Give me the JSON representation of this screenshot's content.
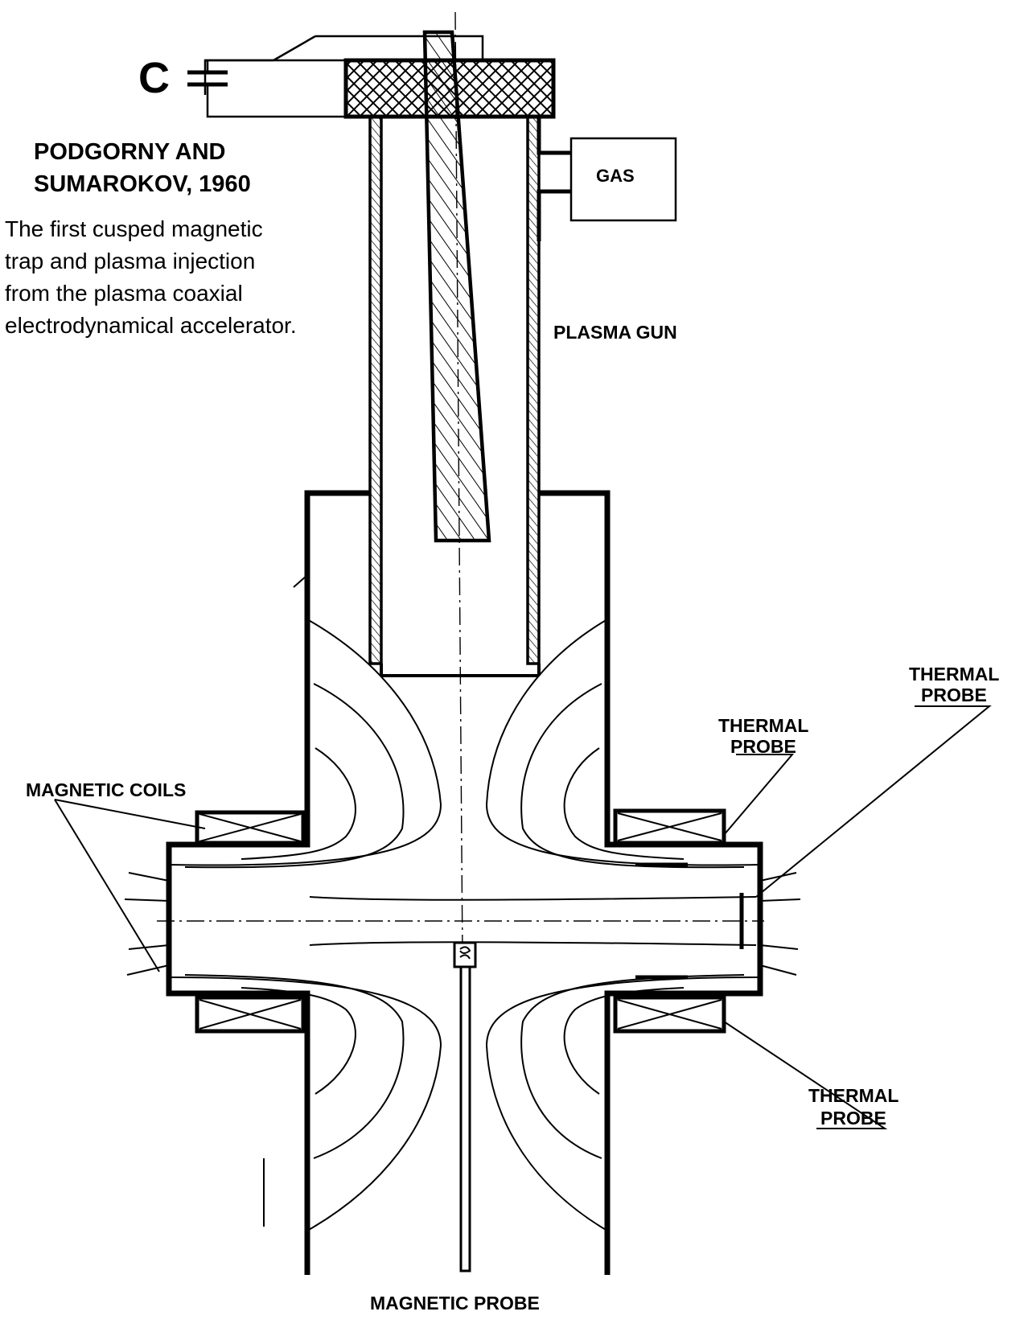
{
  "title": {
    "line1": "PODGORNY AND",
    "line2": "SUMAROKOV, 1960"
  },
  "description": {
    "line1": "The first cusped magnetic",
    "line2": "trap and plasma injection",
    "line3": "from the plasma coaxial",
    "line4": "electrodynamical accelerator."
  },
  "labels": {
    "capacitor": "C",
    "gas": "GAS",
    "plasma_gun": "PLASMA GUN",
    "magnetic_coils": "MAGNETIC COILS",
    "thermal_probe_top_right_1": "THERMAL",
    "thermal_probe_top_right_2": "PROBE",
    "thermal_probe_mid_1": "THERMAL",
    "thermal_probe_mid_2": "PROBE",
    "thermal_probe_bottom_1": "THERMAL",
    "thermal_probe_bottom_2": "PROBE",
    "magnetic_probe": "MAGNETIC PROBE"
  }
}
